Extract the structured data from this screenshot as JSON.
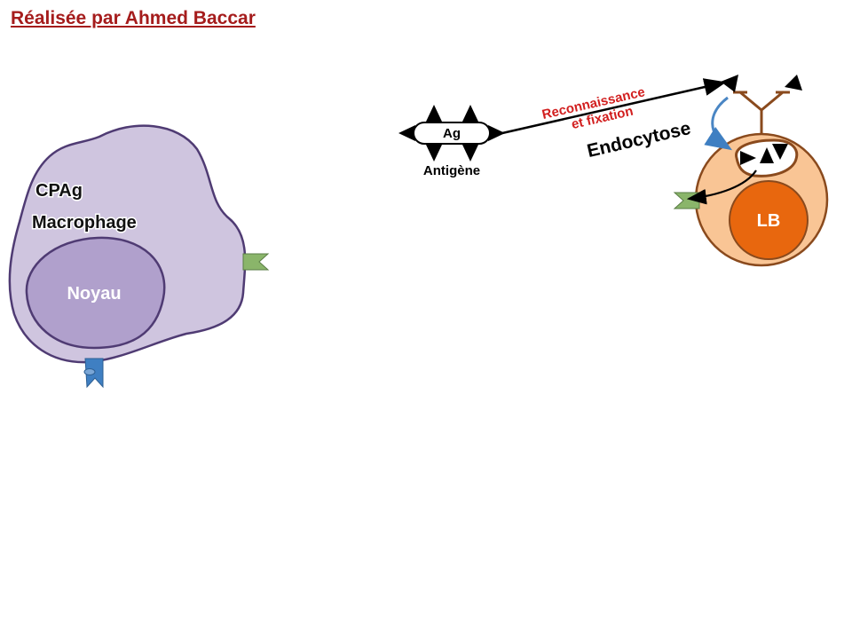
{
  "title": "Réalisée par Ahmed Baccar",
  "macrophage": {
    "label_cpag": "CPAg",
    "label_cell": "Macrophage",
    "nucleus_label": "Noyau"
  },
  "antigen": {
    "tag": "Ag",
    "label": "Antigène"
  },
  "arrow_label": {
    "line1": "Reconnaissance",
    "line2": "et fixation"
  },
  "endocytosis_label": "Endocytose",
  "lymphocyte": {
    "label": "LB"
  },
  "colors": {
    "title": "#a51c1c",
    "macrophage_fill": "#cfc5df",
    "macrophage_stroke": "#4f3b73",
    "nucleus_fill": "#b0a0cc",
    "lb_outer_fill": "#f9c595",
    "lb_outer_stroke": "#8a4a1d",
    "lb_nucleus_fill": "#e8670e",
    "receptor_green": "#8ab56a",
    "receptor_blue": "#3f7fc2",
    "antibody_brown": "#8a4a1d",
    "arrow_red_text": "#d21f1f"
  }
}
